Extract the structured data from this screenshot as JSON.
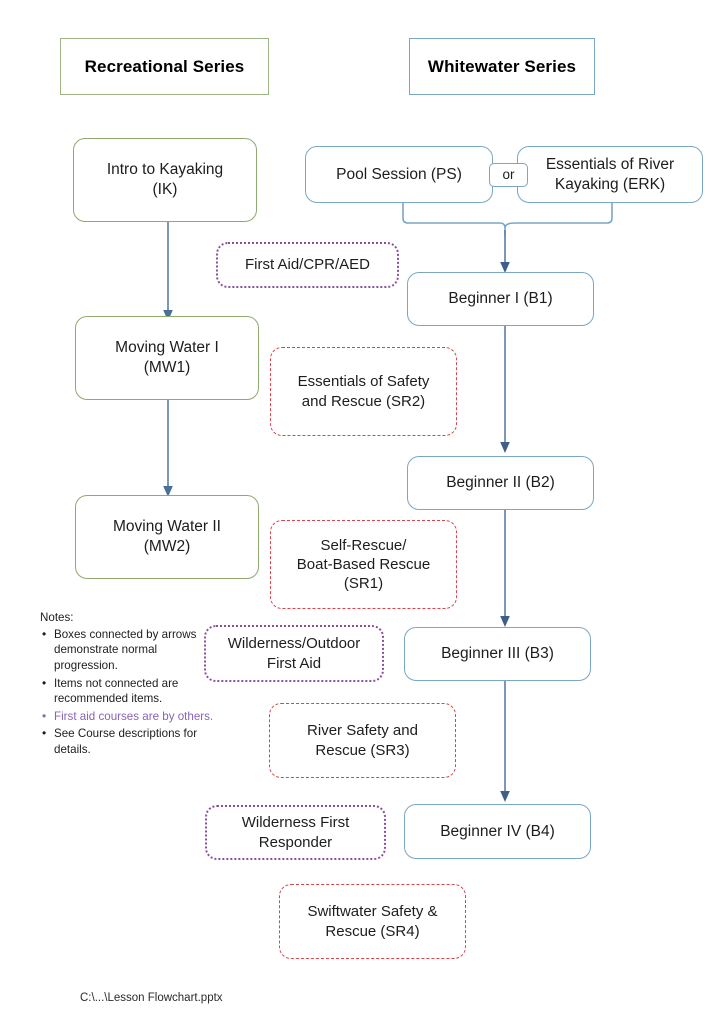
{
  "document": {
    "footer_path": "C:\\...\\Lesson Flowchart.pptx"
  },
  "headers": {
    "recreational": "Recreational Series",
    "whitewater": "Whitewater Series"
  },
  "recreational_series": [
    {
      "id": "ik",
      "label": "Intro to Kayaking\n(IK)"
    },
    {
      "id": "mw1",
      "label": "Moving Water I\n(MW1)"
    },
    {
      "id": "mw2",
      "label": "Moving Water II\n(MW2)"
    }
  ],
  "whitewater_series": [
    {
      "id": "ps",
      "label": "Pool Session (PS)"
    },
    {
      "id": "or",
      "label": "or"
    },
    {
      "id": "erk",
      "label": "Essentials of River\nKayaking (ERK)"
    },
    {
      "id": "b1",
      "label": "Beginner I (B1)"
    },
    {
      "id": "b2",
      "label": "Beginner II (B2)"
    },
    {
      "id": "b3",
      "label": "Beginner III (B3)"
    },
    {
      "id": "b4",
      "label": "Beginner IV (B4)"
    }
  ],
  "recommended_rescue_courses": [
    {
      "id": "sr2",
      "label": "Essentials of Safety\nand Rescue (SR2)"
    },
    {
      "id": "sr1",
      "label": "Self-Rescue/\nBoat-Based Rescue\n(SR1)"
    },
    {
      "id": "sr3",
      "label": "River Safety and\nRescue (SR3)"
    },
    {
      "id": "sr4",
      "label": "Swiftwater Safety &\nRescue (SR4)"
    }
  ],
  "first_aid_courses": [
    {
      "id": "facpraed",
      "label": "First Aid/CPR/AED"
    },
    {
      "id": "wofa",
      "label": "Wilderness/Outdoor\nFirst Aid"
    },
    {
      "id": "wfr",
      "label": "Wilderness First\nResponder"
    }
  ],
  "notes": {
    "title": "Notes:",
    "items": [
      {
        "text": "Boxes connected by arrows demonstrate normal progression.",
        "color": "default"
      },
      {
        "text": "Items not connected are recommended items.",
        "color": "default"
      },
      {
        "text": "First aid courses are by others.",
        "color": "purple"
      },
      {
        "text": "See Course descriptions for details.",
        "color": "default"
      }
    ]
  },
  "colors": {
    "green_border": "#8faa6f",
    "blue_border": "#7aa7c4",
    "red_dashed": "#d6454c",
    "purple_dotted": "#8a4fa0",
    "connector_blue": "#5b7fa6",
    "note_purple": "#8a63b5"
  }
}
